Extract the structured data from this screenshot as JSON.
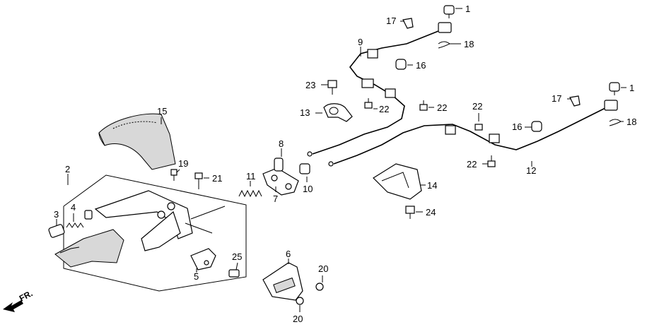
{
  "direction_label": "FR.",
  "callouts": [
    "1",
    "2",
    "3",
    "4",
    "5",
    "6",
    "7",
    "8",
    "9",
    "10",
    "11",
    "12",
    "13",
    "14",
    "15",
    "16",
    "16",
    "17",
    "17",
    "18",
    "18",
    "19",
    "20",
    "20",
    "21",
    "22",
    "22",
    "22",
    "22",
    "23",
    "24",
    "25",
    "1"
  ]
}
